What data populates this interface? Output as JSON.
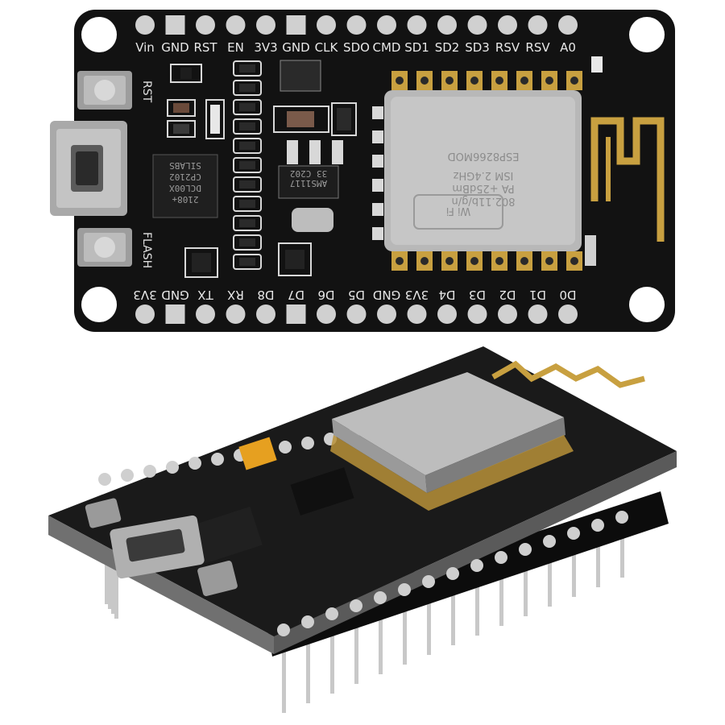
{
  "board": {
    "top_pins": [
      "Vin",
      "GND",
      "RST",
      "EN",
      "3V3",
      "GND",
      "CLK",
      "SDO",
      "CMD",
      "SD1",
      "SD2",
      "SD3",
      "RSV",
      "RSV",
      "A0"
    ],
    "bottom_pins": [
      "3V3",
      "GND",
      "TX",
      "RX",
      "D8",
      "D7",
      "D6",
      "D5",
      "GND",
      "3V3",
      "D4",
      "D3",
      "D2",
      "D1",
      "D0"
    ],
    "button_rst": "RST",
    "button_flash": "FLASH",
    "usb_chip": [
      "SILABS",
      "CP2102",
      "DCL00X",
      "2108+"
    ],
    "regulator": [
      "AMS1117",
      "33 C202"
    ],
    "module": [
      "ESP8266MOD",
      "ISM 2.4GHz",
      "PA +25dBm",
      "802.11b/g/n"
    ],
    "wifi_logo": "Wi Fi"
  },
  "colors": {
    "pcb": "#111111",
    "pad": "#d0d0d0",
    "gold": "#c8a040",
    "shield": "#b5b5b5",
    "background": "#ffffff"
  }
}
